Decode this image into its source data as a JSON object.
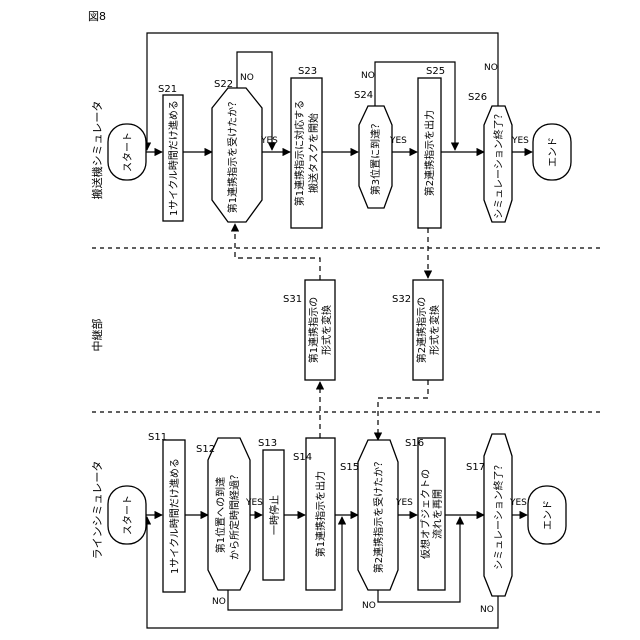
{
  "figure_label": "図8",
  "sections": {
    "top": "搬送機シミュレータ",
    "middle": "中継部",
    "bottom": "ラインシミュレータ"
  },
  "top_flow": {
    "start": "スタート",
    "end": "エンド",
    "s21": {
      "step": "S21",
      "text": "1サイクル時間だけ進める"
    },
    "s22": {
      "step": "S22",
      "text": "第1連携指示を受けたか？",
      "yes": "YES",
      "no": "NO"
    },
    "s23": {
      "step": "S23",
      "line1": "第1連携指示に対応する",
      "line2": "搬送タスクを開始"
    },
    "s24": {
      "step": "S24",
      "text": "第3位置に到達？",
      "yes": "YES",
      "no": "NO"
    },
    "s25": {
      "step": "S25",
      "text": "第2連携指示を出力"
    },
    "s26": {
      "step": "S26",
      "text": "シミュレーション終了？",
      "yes": "YES",
      "no": "NO"
    }
  },
  "middle_flow": {
    "s31": {
      "step": "S31",
      "line1": "第1連携指示の",
      "line2": "形式を変換"
    },
    "s32": {
      "step": "S32",
      "line1": "第2連携指示の",
      "line2": "形式を変換"
    }
  },
  "bottom_flow": {
    "start": "スタート",
    "end": "エンド",
    "s11": {
      "step": "S11",
      "text": "1サイクル時間だけ進める"
    },
    "s12": {
      "step": "S12",
      "line1": "第1位置への到達",
      "line2": "から所定時間経過？",
      "yes": "YES",
      "no": "NO"
    },
    "s13": {
      "step": "S13",
      "text": "一時停止"
    },
    "s14": {
      "step": "S14",
      "text": "第1連携指示を出力"
    },
    "s15": {
      "step": "S15",
      "text": "第2連携指示を受けたか？",
      "yes": "YES",
      "no": "NO"
    },
    "s16": {
      "step": "S16",
      "line1": "仮想オブジェクトの",
      "line2": "流れを再開"
    },
    "s17": {
      "step": "S17",
      "text": "シミュレーション終了？",
      "yes": "YES",
      "no": "NO"
    }
  }
}
